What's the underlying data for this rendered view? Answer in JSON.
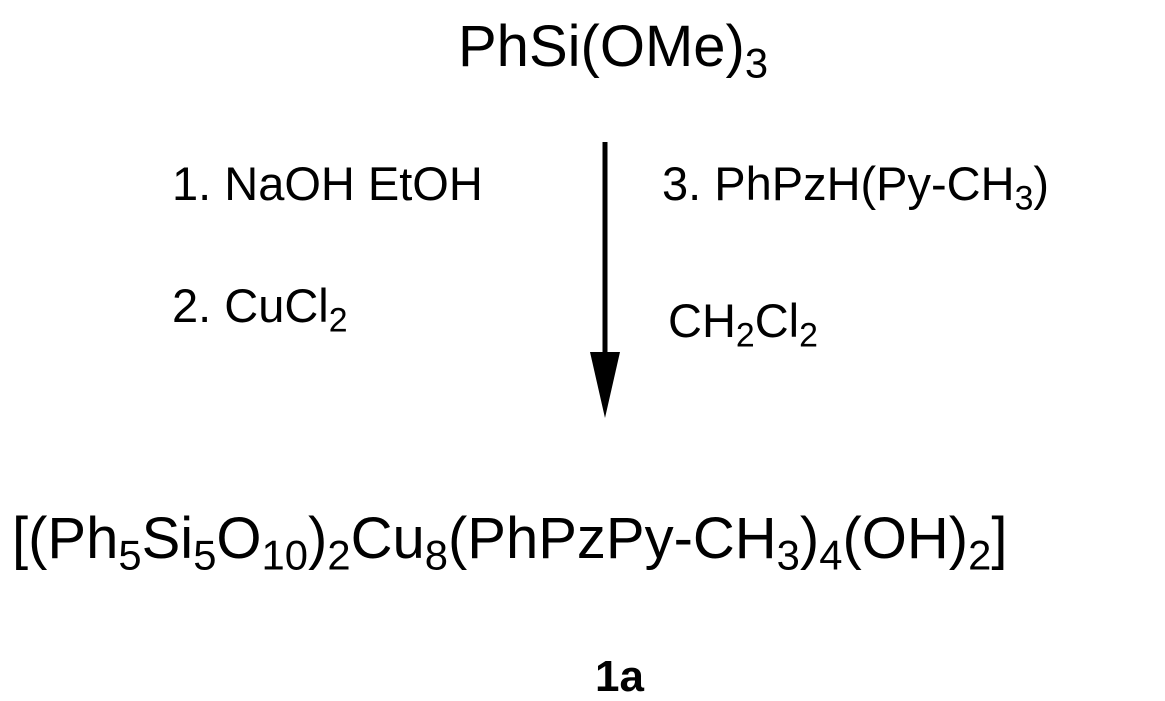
{
  "scheme": {
    "reactant": {
      "base": "PhSi(OMe)",
      "sub": "3"
    },
    "conditions_left": {
      "step1": "1. NaOH EtOH",
      "step2_base": "2. CuCl",
      "step2_sub": "2"
    },
    "conditions_right": {
      "step3_base": "3. PhPzH(Py-CH",
      "step3_sub": "3",
      "step3_end": ")",
      "solvent_a": "CH",
      "solvent_sub1": "2",
      "solvent_b": "Cl",
      "solvent_sub2": "2"
    },
    "product": {
      "p1": "[(Ph",
      "s1": "5",
      "p2": "Si",
      "s2": "5",
      "p3": "O",
      "s3": "10",
      "p4": ")",
      "s4": "2",
      "p5": "Cu",
      "s5": "8",
      "p6": "(PhPzPy-CH",
      "s6": "3",
      "p7": ")",
      "s7": "4",
      "p8": "(OH)",
      "s8": "2",
      "p9": "]"
    },
    "compound_label": "1a"
  }
}
